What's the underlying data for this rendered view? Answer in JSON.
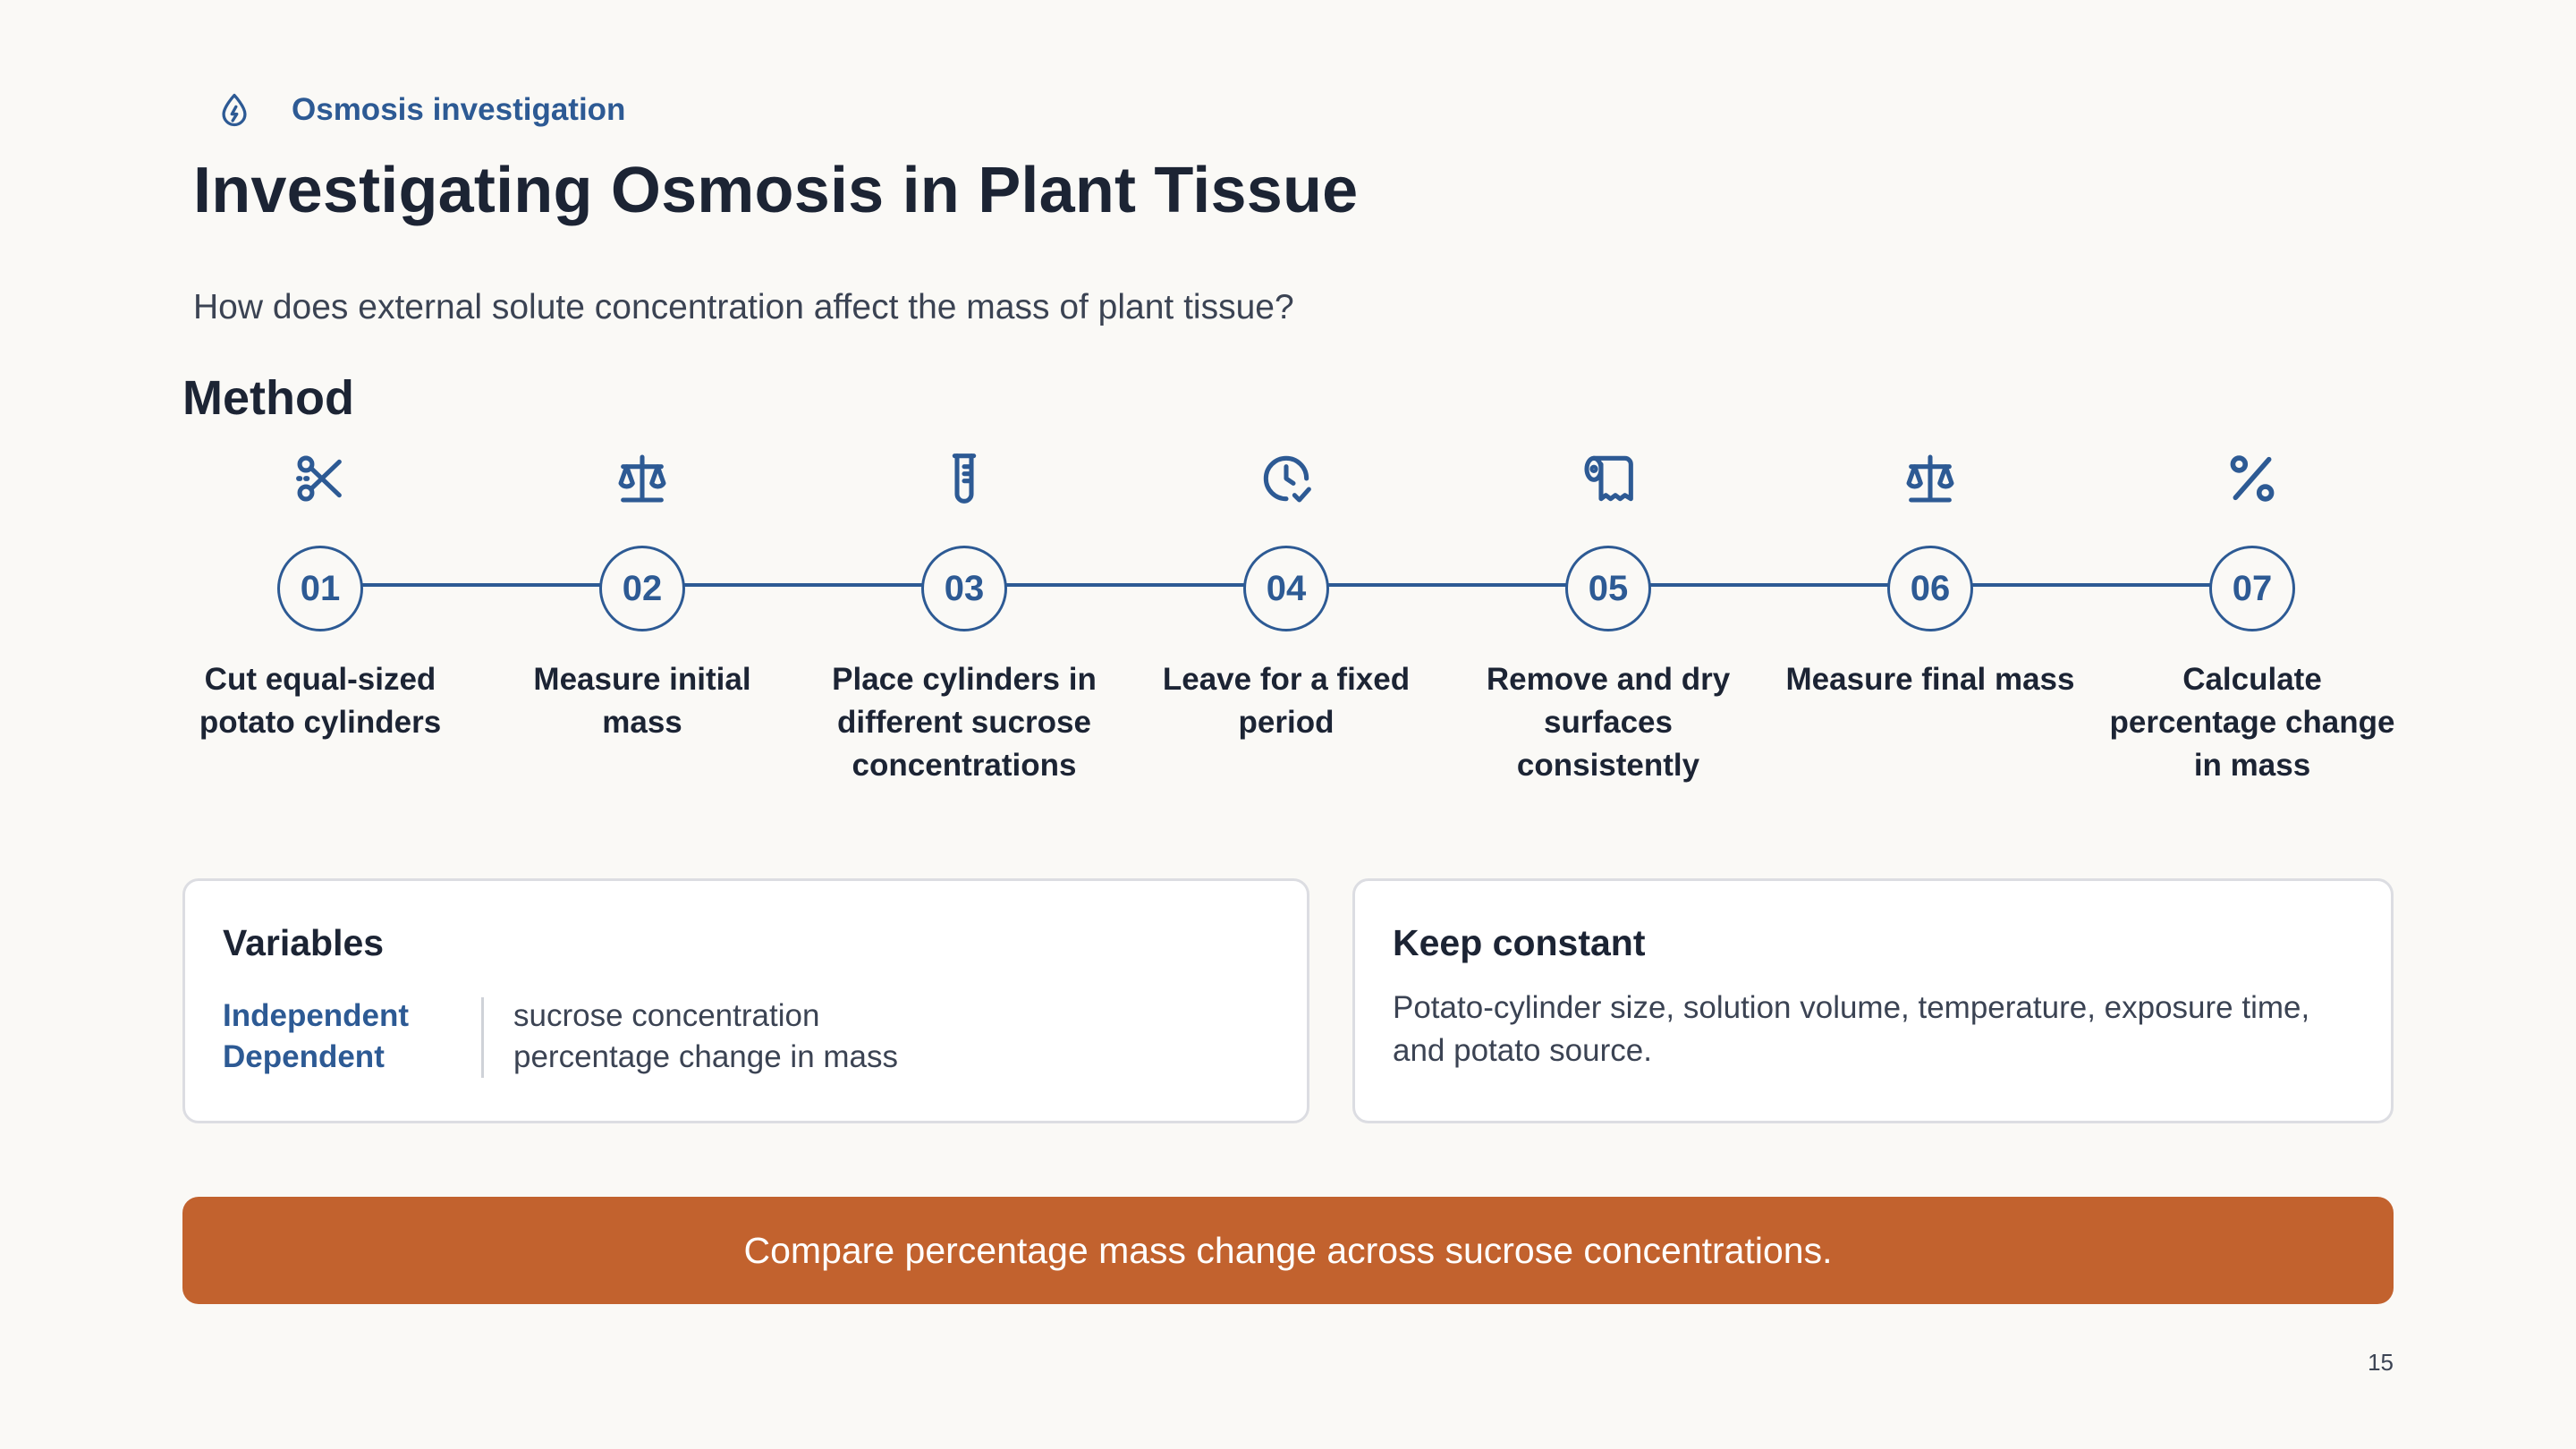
{
  "header": {
    "kicker": "Osmosis investigation",
    "kicker_icon": "droplet-bolt-icon",
    "title": "Investigating Osmosis in Plant Tissue",
    "question": "How does external solute concentration affect the mass of plant tissue?"
  },
  "method": {
    "heading": "Method",
    "steps": [
      {
        "number": "01",
        "label": "Cut equal-sized potato cylinders",
        "icon": "scissors-icon"
      },
      {
        "number": "02",
        "label": "Measure initial mass",
        "icon": "scale-icon"
      },
      {
        "number": "03",
        "label": "Place cylinders in different sucrose concentrations",
        "icon": "test-tube-icon"
      },
      {
        "number": "04",
        "label": "Leave for a fixed period",
        "icon": "clock-check-icon"
      },
      {
        "number": "05",
        "label": "Remove and dry surfaces consistently",
        "icon": "paper-towel-icon"
      },
      {
        "number": "06",
        "label": "Measure final mass",
        "icon": "scale-icon"
      },
      {
        "number": "07",
        "label": "Calculate percentage change in mass",
        "icon": "percent-icon"
      }
    ]
  },
  "variables": {
    "title": "Variables",
    "independent_label": "Independent",
    "independent_value": "sucrose concentration",
    "dependent_label": "Dependent",
    "dependent_value": "percentage change in mass"
  },
  "constants": {
    "title": "Keep constant",
    "text": "Potato-cylinder size, solution volume, temperature, exposure time, and potato source."
  },
  "banner": {
    "text": "Compare percentage mass change across sucrose concentrations."
  },
  "page_number": "15",
  "colors": {
    "accent": "#2d5a94",
    "banner": "#c2622e",
    "background": "#faf9f6"
  }
}
